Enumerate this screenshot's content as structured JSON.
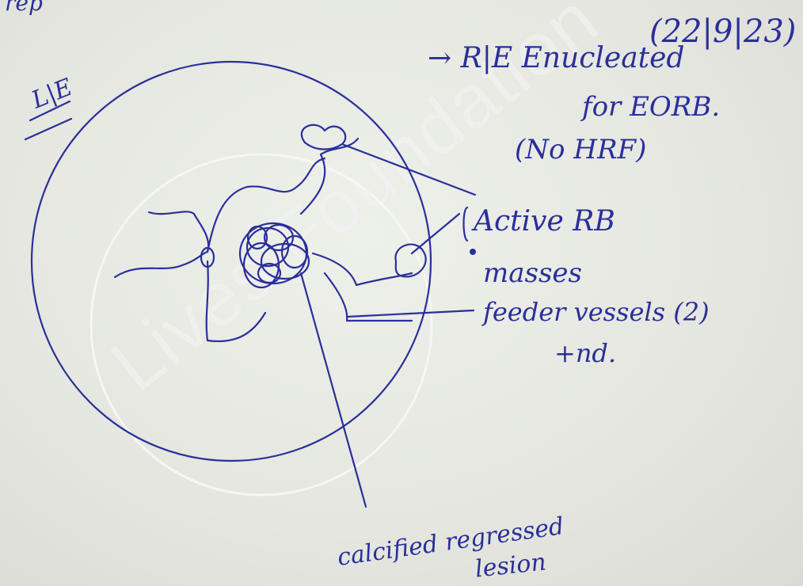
{
  "note": {
    "top_fragment": "rep",
    "date": "(22|9|23)",
    "procedure_line1": "→ R|E Enucleated",
    "procedure_line2": "for EORB.",
    "procedure_line3": "(No HRF)",
    "eye_label": "L|E",
    "finding_1": "Active RB",
    "finding_2": "masses",
    "finding_3": "feeder vessels (2)",
    "finding_4": "+nd.",
    "bottom_label_line1": "calcified regressed",
    "bottom_label_line2": "lesion"
  },
  "watermark": {
    "text": "Lives Foundation"
  },
  "colors": {
    "ink": "#2a2f9a",
    "paper": "#e6e8e2"
  }
}
